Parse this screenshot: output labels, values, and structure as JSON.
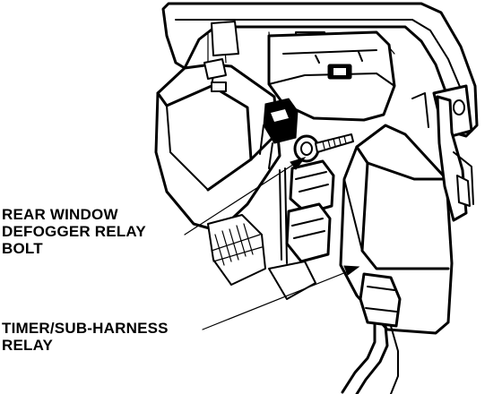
{
  "callouts": [
    {
      "id": "rear-window-defogger-relay-bolt",
      "lines": [
        "REAR WINDOW",
        "DEFOGGER RELAY",
        "BOLT"
      ]
    },
    {
      "id": "timer-sub-harness-relay",
      "lines": [
        "TIMER/SUB-HARNESS",
        "RELAY"
      ]
    }
  ],
  "colors": {
    "ink": "#000000",
    "paper": "#ffffff"
  }
}
